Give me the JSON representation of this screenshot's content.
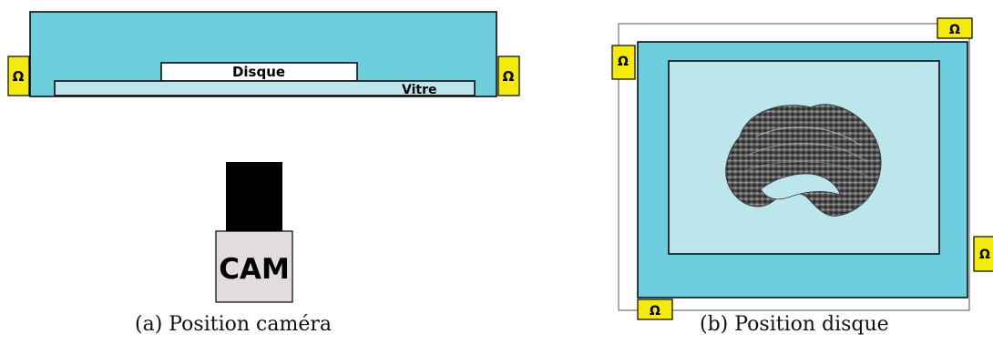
{
  "colors": {
    "frame": "#6ecedd",
    "frame_light": "#bde6ec",
    "magnet": "#f4ea0c",
    "outline": "#000000",
    "camera_body": "#e2dcdc",
    "lens": "#000000",
    "disk_stroke": "#555555"
  },
  "panel_a": {
    "disk_label": "Disque",
    "glass_label": "Vitre",
    "magnet_symbol": "Ω",
    "camera_label": "CAM",
    "caption": "(a) Position caméra"
  },
  "panel_b": {
    "magnet_symbol": "Ω",
    "caption": "(b) Position disque"
  },
  "icons": {
    "magnet": "omega-magnet-icon",
    "camera": "camera-icon",
    "disk": "vertebral-disc-icon"
  }
}
